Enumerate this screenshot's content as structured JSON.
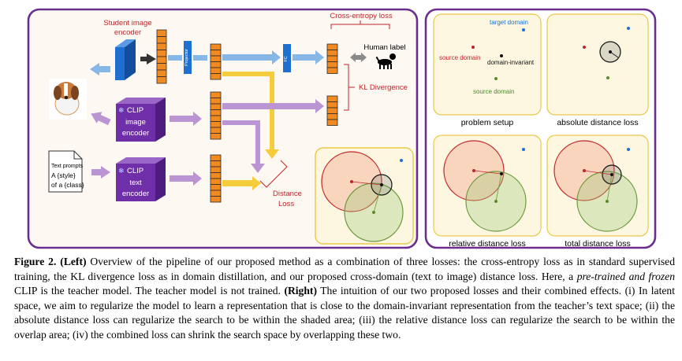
{
  "left_panel": {
    "student_label_line1": "Student image",
    "student_label_line2": "encoder",
    "projector_label": "Projector",
    "fc_label": "FC",
    "ce_loss_label": "Cross-entropy loss",
    "human_label": "Human label",
    "kl_label": "KL Divergence",
    "clip_image_line1": "CLIP",
    "clip_image_line2": "image",
    "clip_image_line3": "encoder",
    "clip_text_line1": "CLIP",
    "clip_text_line2": "text",
    "clip_text_line3": "encoder",
    "prompt_line1": "Text prompts",
    "prompt_line2": "A {style}",
    "prompt_line3": "of a {class}",
    "distance_line1": "Distance",
    "distance_line2": "Loss"
  },
  "right_panel": {
    "target_domain": "target domain",
    "source_domain": "source domain",
    "domain_invariant": "domain-invariant",
    "source_domain_2": "source domain",
    "cell_labels": [
      "problem setup",
      "absolute distance loss",
      "relative distance loss",
      "total distance loss"
    ]
  },
  "caption": {
    "figure_label": "Figure 2.",
    "left_tag": "(Left)",
    "text_1": " Overview of the pipeline of our proposed method as a combination of three losses: the cross-entropy loss as in standard supervised training, the KL divergence loss as in domain distillation, and our proposed cross-domain (text to image) distance loss. Here, a ",
    "italic": "pre-trained and frozen",
    "text_2": " CLIP is the teacher model.  The teacher model is not trained. ",
    "right_tag": "(Right)",
    "text_3": " The intuition of our two proposed losses and their combined effects. (i) In latent space, we aim to regularize the model to learn a representation that is close to the domain-invariant representation from the teacher’s text space; (ii) the absolute distance loss can regularize the search to be within the shaded area; (iii) the relative distance loss can regularize the search to be within the overlap area; (iv) the combined loss can shrink the search space by overlapping these two."
  },
  "colors": {
    "frame_purple": "#6a2e8e",
    "panel_fill": "#fdf8f2",
    "cell_fill": "#fdf7e2",
    "cell_border": "#e8c848",
    "feature_orange": "#f28a22",
    "student_blue": "#1f6fd0",
    "arrow_blue": "#86b7e6",
    "arrow_yellow": "#f7cc3a",
    "arrow_purple": "#bb95d3",
    "clip_purple": "#6f2fa8",
    "loss_red": "#c0242a"
  }
}
